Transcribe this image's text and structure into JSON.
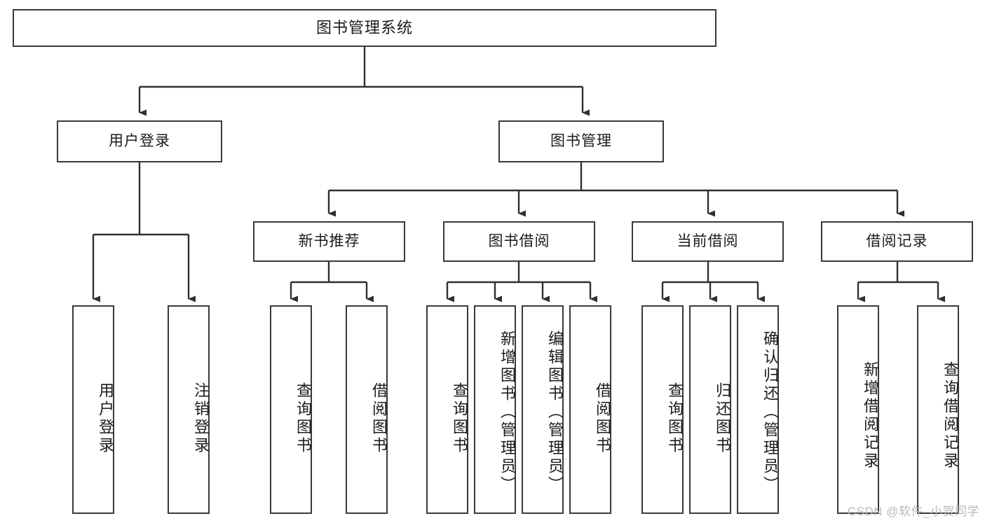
{
  "diagram": {
    "title": "图书管理系统",
    "type": "tree-hierarchy-chart",
    "colors": {
      "box_border": "#3a3a3a",
      "box_fill": "#ffffff",
      "connector": "#2f2f2f",
      "text": "#1b1b1b",
      "watermark": "#b9b9b9"
    },
    "levels": {
      "root": {
        "label": "图书管理系统"
      },
      "level2": [
        {
          "label": "用户登录"
        },
        {
          "label": "图书管理"
        }
      ],
      "level3": [
        {
          "label": "新书推荐"
        },
        {
          "label": "图书借阅"
        },
        {
          "label": "当前借阅"
        },
        {
          "label": "借阅记录"
        }
      ],
      "leaves": {
        "user_login": [
          {
            "label": "用户登录"
          },
          {
            "label": "注销登录"
          }
        ],
        "new_book_recommend": [
          {
            "label": "查询图书"
          },
          {
            "label": "借阅图书"
          }
        ],
        "book_borrow": [
          {
            "label": "查询图书"
          },
          {
            "label": "新增图书（管理员）"
          },
          {
            "label": "编辑图书（管理员）"
          },
          {
            "label": "借阅图书"
          }
        ],
        "current_borrow": [
          {
            "label": "查询图书"
          },
          {
            "label": "归还图书"
          },
          {
            "label": "确认归还（管理员）"
          }
        ],
        "borrow_record": [
          {
            "label": "新增借阅记录"
          },
          {
            "label": "查询借阅记录"
          }
        ]
      }
    }
  },
  "watermark": {
    "text": "CSDN @软件_小贺同学"
  }
}
